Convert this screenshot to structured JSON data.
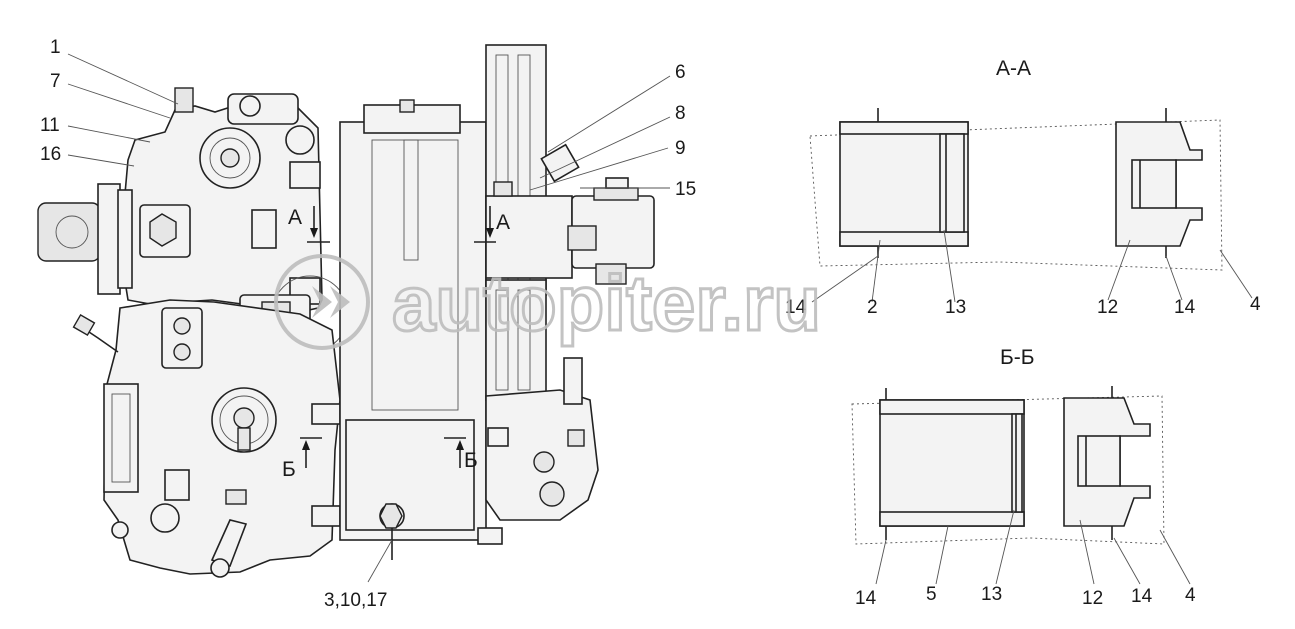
{
  "leaders": {
    "l1": "1",
    "l7": "7",
    "l11": "11",
    "l16": "16",
    "l6": "6",
    "l8": "8",
    "l9": "9",
    "l15": "15",
    "l3_10_17": "3,10,17"
  },
  "section_marks": {
    "a_left": "А",
    "a_right": "А",
    "b_left": "Б",
    "b_right": "Б"
  },
  "section_aa": {
    "title": "А-А",
    "labels": [
      "14",
      "2",
      "13",
      "12",
      "14",
      "4"
    ]
  },
  "section_bb": {
    "title": "Б-Б",
    "labels": [
      "14",
      "5",
      "13",
      "12",
      "14",
      "4"
    ]
  },
  "watermark": "autopiter.ru"
}
